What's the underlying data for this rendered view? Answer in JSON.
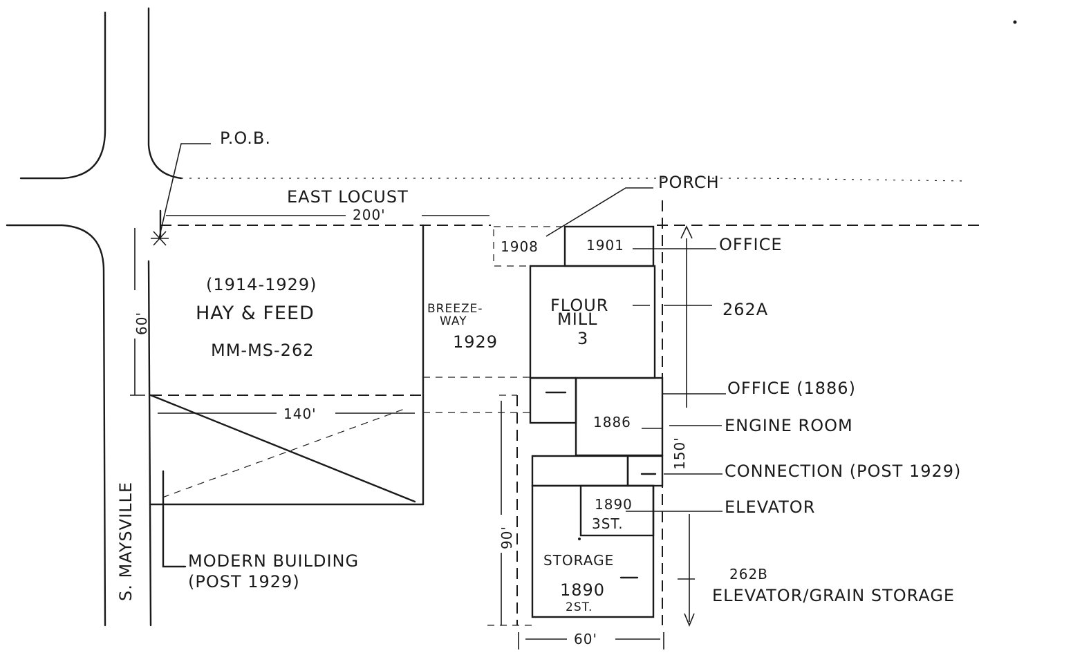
{
  "streets": {
    "north": "EAST LOCUST",
    "west": "S. MAYSVILLE"
  },
  "point_of_beginning": "P.O.B.",
  "dimensions": {
    "lot_frontage": "200'",
    "lot_depth_west": "60'",
    "lot_width": "140'",
    "strip_depth": "90'",
    "mill_depth": "150'",
    "mill_width": "60'"
  },
  "hay_feed": {
    "dates": "(1914-1929)",
    "name": "HAY & FEED",
    "site_id": "MM-MS-262"
  },
  "breezeway": {
    "line1": "BREEZE-",
    "line2": "WAY",
    "year": "1929"
  },
  "buildings": {
    "porch_year": "1908",
    "office_year": "1901",
    "mill_line1": "FLOUR",
    "mill_line2": "MILL",
    "mill_number": "3",
    "engine_year": "1886",
    "elevator_year": "1890",
    "elevator_stories": "3ST.",
    "storage_name": "STORAGE",
    "storage_year": "1890",
    "storage_stories": "2ST."
  },
  "callouts": {
    "porch": "PORCH",
    "office": "OFFICE",
    "site_262a": "262A",
    "office_1886": "OFFICE (1886)",
    "engine_room": "ENGINE ROOM",
    "connection": "CONNECTION (POST 1929)",
    "elevator": "ELEVATOR",
    "site_262b": "262B",
    "elevator_grain": "ELEVATOR/GRAIN STORAGE",
    "modern_line1": "MODERN BUILDING",
    "modern_line2": "(POST 1929)"
  }
}
